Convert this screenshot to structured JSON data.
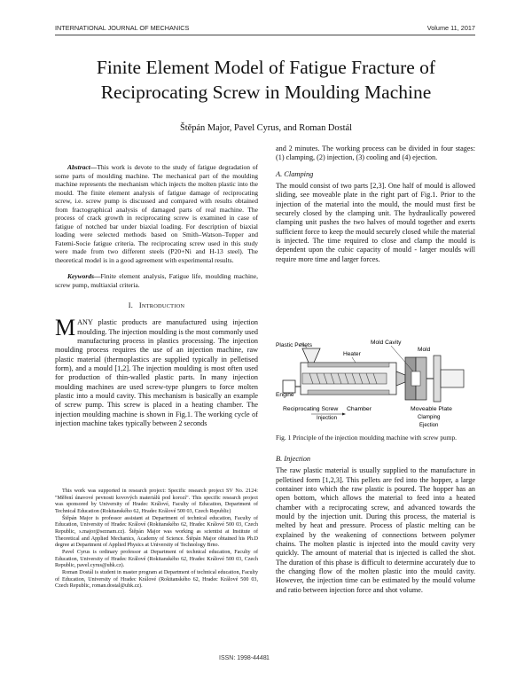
{
  "header": {
    "journal": "INTERNATIONAL JOURNAL OF MECHANICS",
    "volume": "Volume 11, 2017"
  },
  "title_line1": "Finite Element Model of Fatigue Fracture of",
  "title_line2": "Reciprocating Screw in Moulding Machine",
  "authors": "Štěpán Major, Pavel Cyrus, and Roman Dostál",
  "abstract_label": "Abstract—",
  "abstract": "This work is devote to the study of fatigue degradation of some parts of moulding machine. The mechanical part of the moulding machine represents the mechanism which injects the molten plastic into the mould. The finite element analysis of fatigue damage of reciprocating screw, i.e. screw pump is discussed and compared with results obtained from fractographical analysis of damaged parts of real machine. The process of crack growth in reciprocating screw is examined in case of fatigue of notched bar under biaxial loading. For description of biaxial loading were selected methods based on Smith–Watson–Topper and Fatemi-Socie fatigue criteria. The reciprocating screw used in this study were made from two different steels (P20+Ni and H-13 steel). The theoretical model is in a good agreement with experimental results.",
  "keywords_label": "Keywords—",
  "keywords": "Finite element analysis, Fatigue life, moulding machine, screw pump, multiaxial criteria.",
  "sec1_num": "I.",
  "sec1_first": "I",
  "sec1_rest": "NTRODUCTION",
  "intro_dropcap": "M",
  "intro_first_rest": "ANY plastic products are manufactured using injection moulding. The injection moulding is the most commonly used manufacturing process in plastics processing. The injection moulding process requires the use of an injection machine, raw plastic material (thermoplastics are supplied typically in pelletised form), and a mould [1,2]. The injection moulding is most often used for production of thin-walled plastic parts. In many injection moulding machines are used screw-type plungers to force molten plastic into a mould cavity. This mechanism is basically an example of screw pump. This screw is placed in a heating chamber. The injection moulding machine is shown in Fig.1. The working cycle of injection machine takes typically between 2 seconds",
  "col2_top": "and 2 minutes. The working process can be divided in four stages: (1) clamping, (2) injection, (3) cooling and (4) ejection.",
  "subA": "A.   Clamping",
  "clamping": "The mould consist of two parts [2,3]. One half of mould is allowed sliding, see moveable plate in the right part of Fig.1. Prior to the injection of the material into the mould, the mould must first be securely closed by the clamping unit. The hydraulically powered clamping unit pushes the two halves of mould together and exerts sufficient force to keep the mould securely closed while the material is injected. The time required to close and clamp the mould is dependent upon the cubic capacity of mould - larger moulds will require more time and larger forces.",
  "figure": {
    "plastic_pellets": "Plastic Pellets",
    "mold_cavity": "Mold Cavity",
    "mold": "Mold",
    "heater": "Heater",
    "engine": "Engine",
    "screw": "Reciprocating Screw",
    "chamber": "Chamber",
    "plate": "Moveable Plate",
    "injection": "Injection",
    "clamping": "Clamping",
    "ejection": "Ejection"
  },
  "fig_caption": "Fig. 1 Principle of the injection moulding machine with screw pump.",
  "subB": "B.   Injection",
  "injection": "The raw plastic material is usually supplied to the manufacture in pelletised form [1,2,3]. This pellets are fed into the hopper, a large container into which the raw plastic is poured. The hopper has an open bottom, which allows the material to feed into a heated chamber with a reciprocating screw, and advanced towards the mould by the injection unit. During this process, the material is melted by heat and pressure. Process of plastic melting can be explained by the weakening of connections between polymer chains. The molten plastic is injected into the mould cavity very quickly. The amount of material that is injected is called the shot. The duration of this phase is difficult to determine accurately due to the changing flow of the molten plastic into the mould cavity. However, the injection time can be estimated by the mould volume and ratio between injection force and shot volume.",
  "footnotes": [
    "This work was supported in research project: Specific research project SV No. 2124: \"Měření únavové pevnosti kovových materiálů pod korozí\". This specific research project was sponsored by University of Hradec Králové, Faculty of Education, Department of Technical Education (Rokitanského 62, Hradec Králové 500 03, Czech Republic)",
    "Štěpán Major is professor assistant at Department of technical education, Faculty of Education, University of Hradec Králové (Rokitanského 62, Hradec Králové 500 03, Czech Republic, s.major@seznam.cz). Štěpán Major was working as scientist at Institute of Theoretical and Applied Mechanics, Academy of Science. Štěpán Major obtained his Ph.D degree at Department of Applied Physics at University of Technology Brno.",
    "Pavel Cyrus is ordinary professor at Department of technical education, Faculty of Education, University of Hradec Králové (Rokitanského 62, Hradec Králové 500 03, Czech Republic, pavel.cyrus@uhk.cz).",
    "Roman Dostál is student in master program at Department of technical education, Faculty of Education, University of Hradec Králové (Rokitanského 62, Hradec Králové 500 03, Czech Republic, roman.dostal@uhk.cz)."
  ],
  "footer": {
    "issn": "ISSN: 1998-4448",
    "page": "1"
  }
}
